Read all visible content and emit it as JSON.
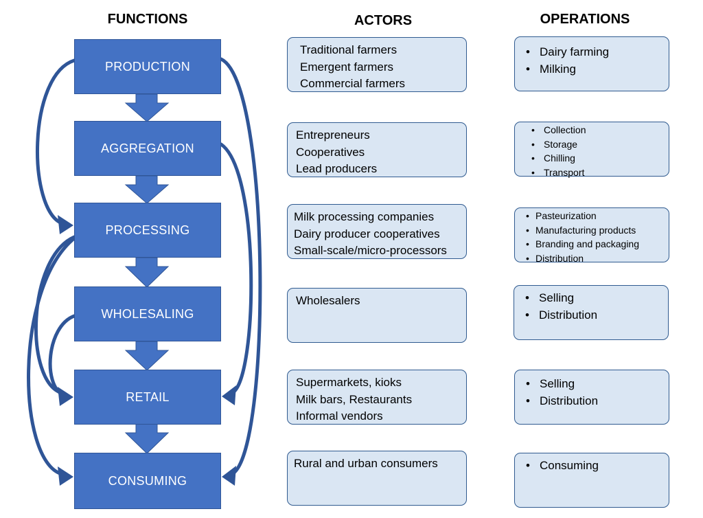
{
  "headings": {
    "functions": "FUNCTIONS",
    "actors": "ACTORS",
    "operations": "OPERATIONS"
  },
  "functions": [
    "PRODUCTION",
    "AGGREGATION",
    "PROCESSING",
    "WHOLESALING",
    "RETAIL",
    "CONSUMING"
  ],
  "actors": [
    [
      "Traditional farmers",
      "Emergent farmers",
      "Commercial farmers"
    ],
    [
      "Entrepreneurs",
      "Cooperatives",
      "Lead producers"
    ],
    [
      "Milk processing companies",
      "Dairy producer cooperatives",
      "Small-scale/micro-processors"
    ],
    [
      "Wholesalers"
    ],
    [
      "Supermarkets, kioks",
      "Milk bars, Restaurants",
      "Informal vendors"
    ],
    [
      "Rural and urban consumers"
    ]
  ],
  "operations": [
    [
      "Dairy farming",
      "Milking"
    ],
    [
      "Collection",
      "Storage",
      "Chilling",
      "Transport"
    ],
    [
      "Pasteurization",
      "Manufacturing products",
      "Branding and packaging",
      "Distribution"
    ],
    [
      "Selling",
      "Distribution"
    ],
    [
      "Selling",
      "Distribution"
    ],
    [
      "Consuming"
    ]
  ],
  "colors": {
    "function_fill": "#4472c4",
    "function_text": "#ffffff",
    "panel_fill": "#dae6f3",
    "panel_border": "#2f5a8f"
  }
}
